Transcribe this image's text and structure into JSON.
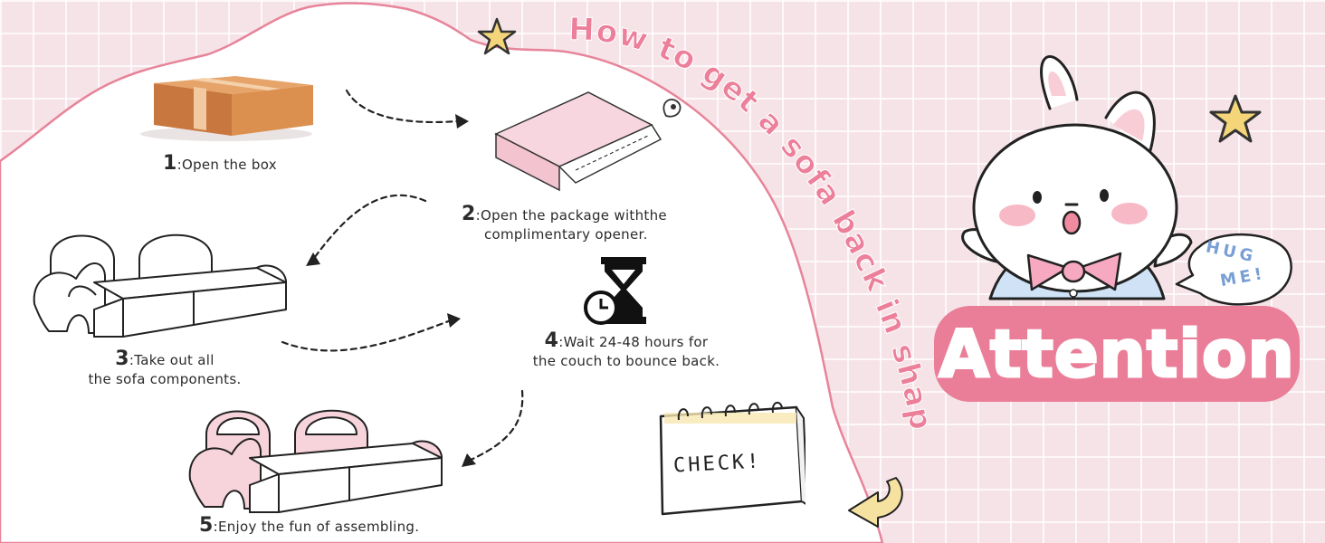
{
  "heading": "How to get a sofa back in shape !!",
  "steps": [
    {
      "num": "1",
      "text": ":Open the box"
    },
    {
      "num": "2",
      "text": ":Open the package withthe",
      "text2": "complimentary opener."
    },
    {
      "num": "3",
      "text": ":Take out all",
      "text2": "the sofa components."
    },
    {
      "num": "4",
      "text": ":Wait 24-48 hours for",
      "text2": "the couch to bounce back."
    },
    {
      "num": "5",
      "text": ":Enjoy the fun of assembling."
    }
  ],
  "attention": "Attention",
  "bubble": {
    "line1": "HUG",
    "line2": "ME!"
  },
  "check": "CHECK!",
  "colors": {
    "pink": "#ea7e98",
    "background": "#f6e3e7",
    "box": "#d98a4e",
    "sofa_pink": "#f7d3dc"
  }
}
